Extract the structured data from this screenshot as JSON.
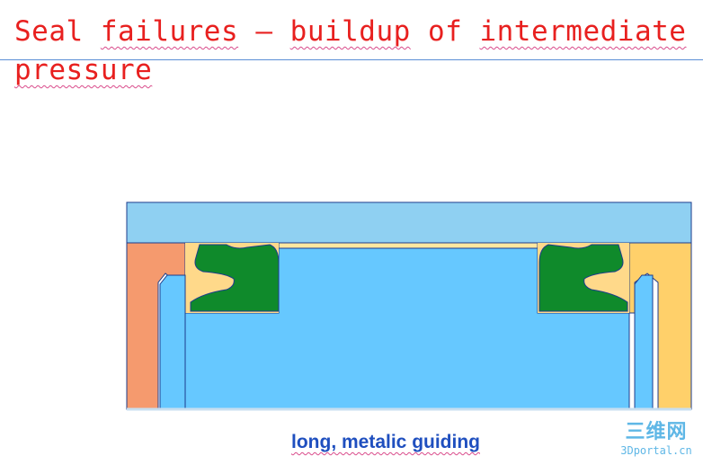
{
  "slide": {
    "title_words": [
      "Seal",
      "failures",
      "–",
      "buildup",
      "of",
      "intermediate",
      "pressure"
    ],
    "caption": "long, metalic guiding"
  },
  "watermark": {
    "mark": "三维网",
    "site": "3Dportal.cn"
  },
  "colors": {
    "title": "#e8201f",
    "caption": "#1f4fbf",
    "housing_blue": "#8fd0f2",
    "piston_blue": "#66c8ff",
    "housing_left_salmon": "#f59a6e",
    "housing_right_yellow": "#ffd06a",
    "seal_green": "#0f8a2b",
    "outline": "#1c3c8c"
  }
}
